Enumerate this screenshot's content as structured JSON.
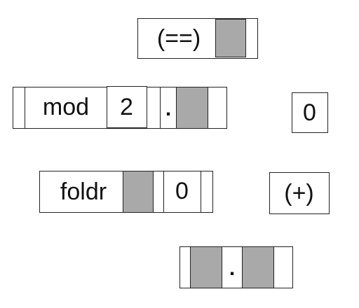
{
  "blocks": {
    "eq_partial": {
      "label": "(==)"
    },
    "mod_compose": {
      "func": "mod",
      "arg": "2",
      "op": "."
    },
    "zero_value": {
      "label": "0"
    },
    "foldr_partial": {
      "func": "foldr",
      "arg": "0"
    },
    "plus_operator": {
      "label": "(+)"
    },
    "compose_two_holes": {
      "op": "."
    }
  },
  "colors": {
    "hole_fill": "#a9a9a9",
    "border": "#222222",
    "block_fill": "#ffffff"
  }
}
